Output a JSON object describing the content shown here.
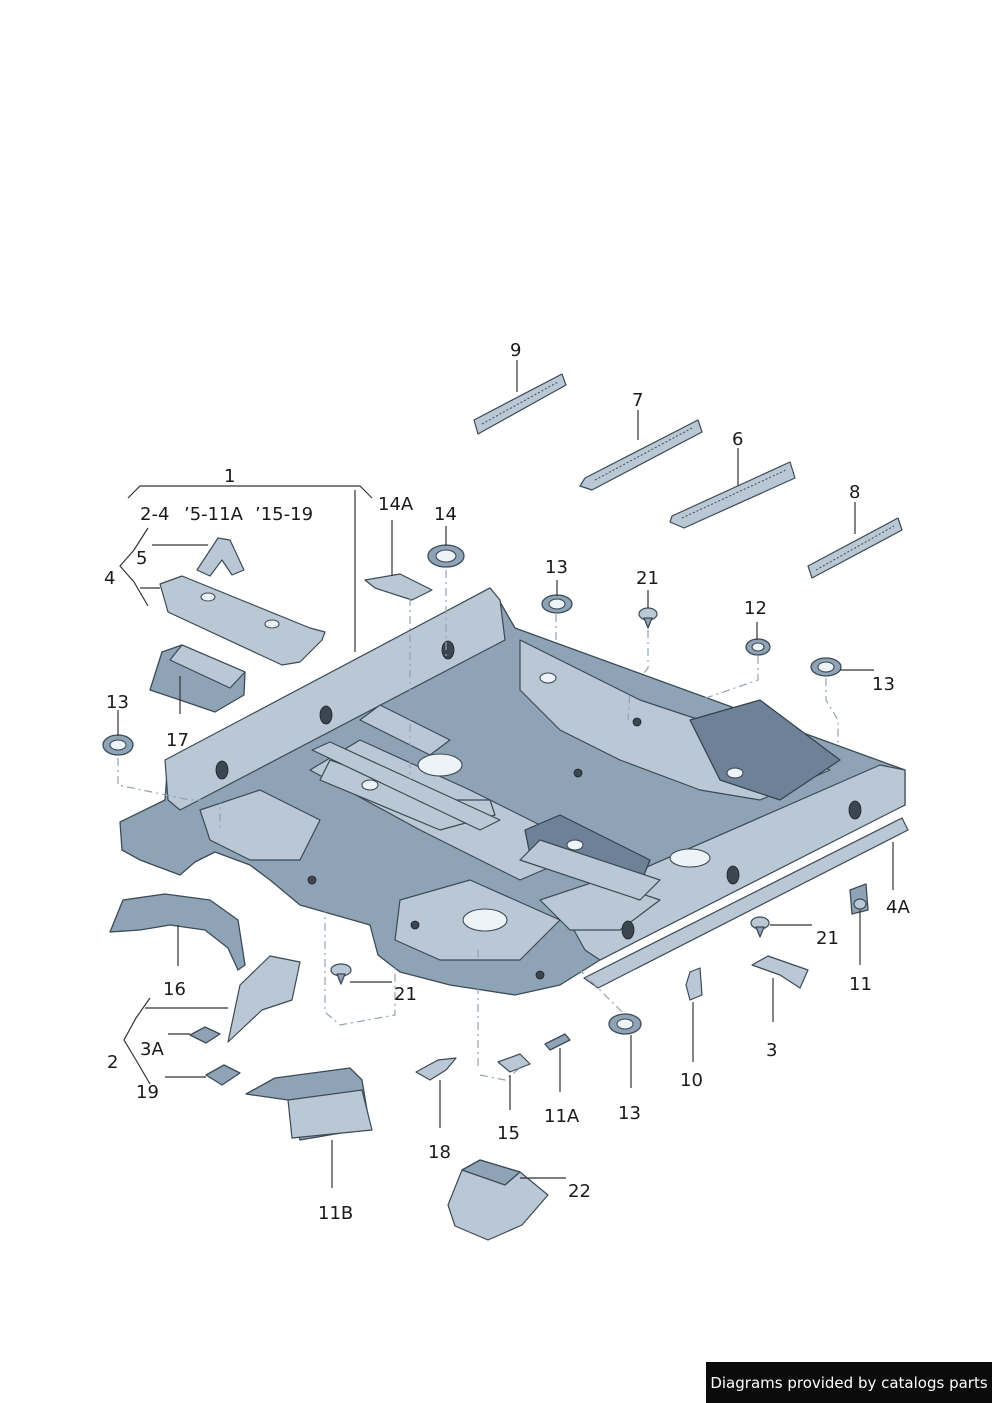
{
  "callouts": {
    "c1": "1",
    "c2_4": "2-4",
    "c5_11a": "’5-11A",
    "c15_19": "’15-19",
    "c2": "2",
    "c3": "3",
    "c3a": "3A",
    "c4": "4",
    "c4a": "4A",
    "c5": "5",
    "c6": "6",
    "c7": "7",
    "c8": "8",
    "c9": "9",
    "c10": "10",
    "c11": "11",
    "c11a": "11A",
    "c11b": "11B",
    "c12": "12",
    "c13a": "13",
    "c13b": "13",
    "c13c": "13",
    "c13d": "13",
    "c14": "14",
    "c14a": "14A",
    "c15": "15",
    "c16": "16",
    "c17": "17",
    "c18": "18",
    "c19": "19",
    "c21a": "21",
    "c21b": "21",
    "c21c": "21",
    "c22": "22"
  },
  "footer": {
    "credit": "Diagrams provided by catalogs parts"
  },
  "colors": {
    "panel": "#8ea4b6",
    "panel_light": "#b9c8d4",
    "outline": "#3c4a56",
    "dash": "#8fa3b4"
  }
}
